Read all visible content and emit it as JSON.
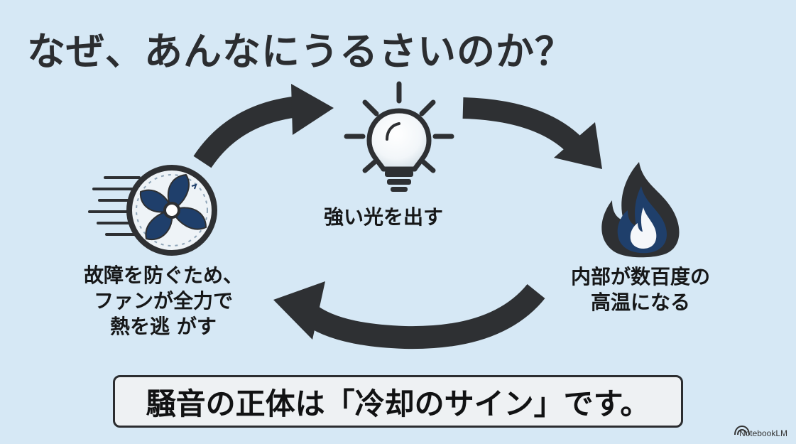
{
  "title": "なぜ、あんなにうるさいのか？",
  "cycle": {
    "light": {
      "label": "強い光を出す",
      "icon": "lightbulb-icon"
    },
    "heat": {
      "label_lines": [
        "内部が数百度の",
        "高温になる"
      ],
      "icon": "flame-icon"
    },
    "fan": {
      "label_lines": [
        "故障を防ぐため、",
        "ファンが全力で",
        "熱を逃 がす"
      ],
      "icon": "fan-icon"
    }
  },
  "conclusion": "騒音の正体は「冷却のサイン」です。",
  "brand": {
    "name": "NotebookLM",
    "icon": "notebooklm-logo-icon"
  },
  "colors": {
    "background": "#d6e8f5",
    "arrow": "#2e3033",
    "accent_blue": "#1f3f6b",
    "flame_outer": "#2e3033",
    "flame_inner": "#1f3f6b"
  }
}
